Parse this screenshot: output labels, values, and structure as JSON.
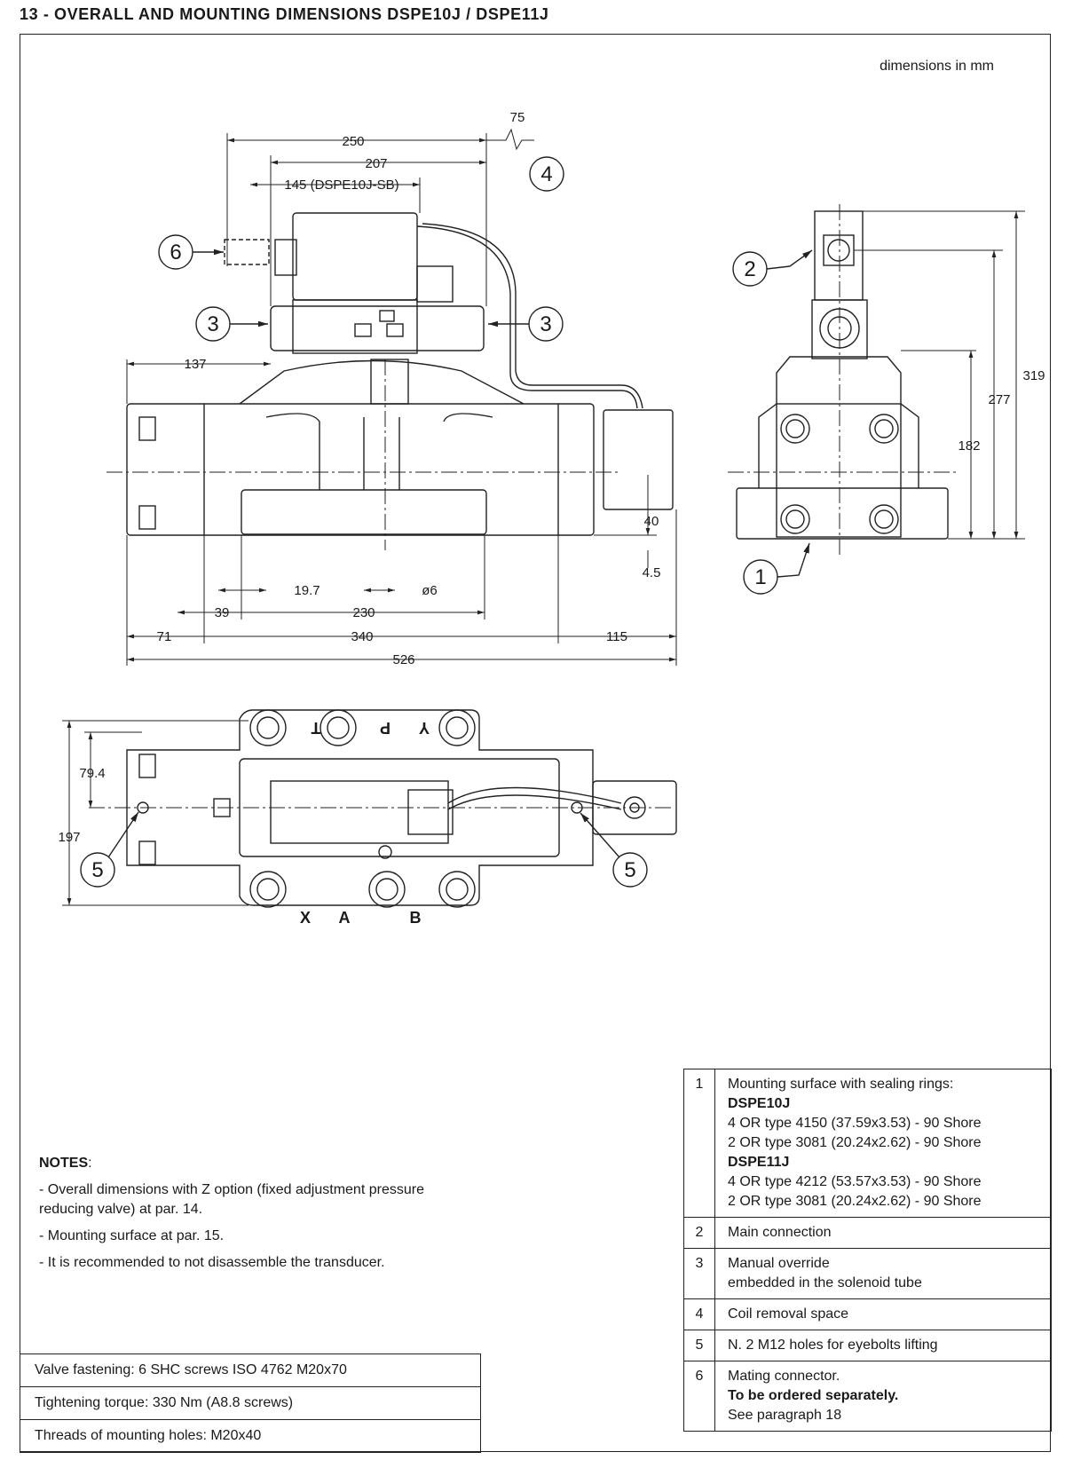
{
  "page_title": "13 - OVERALL AND MOUNTING DIMENSIONS  DSPE10J /  DSPE11J",
  "units_note": "dimensions in mm",
  "front_dims": {
    "d250": "250",
    "d207": "207",
    "d145": "145 (DSPE10J-SB)",
    "d75": "75",
    "d137": "137",
    "d40": "40",
    "d4_5": "4.5",
    "d19_7": "19.7",
    "d6": "ø6",
    "d39": "39",
    "d230": "230",
    "d71": "71",
    "d340": "340",
    "d115": "115",
    "d526": "526"
  },
  "side_dims": {
    "d319": "319",
    "d277": "277",
    "d182": "182"
  },
  "top_dims": {
    "d79_4": "79.4",
    "d197": "197"
  },
  "port_letters": {
    "T": "T",
    "P": "P",
    "Y": "Y",
    "X": "X",
    "A": "A",
    "B": "B"
  },
  "balloons": {
    "b1": "1",
    "b2": "2",
    "b3": "3",
    "b4": "4",
    "b5": "5",
    "b6": "6"
  },
  "notes": {
    "heading": "NOTES",
    "colon": ":",
    "n1": "- Overall dimensions with Z option (fixed adjustment pressure reducing valve) at par. 14.",
    "n2": "- Mounting surface at par. 15.",
    "n3": "- It is recommended to not disassemble the transducer."
  },
  "fastening": [
    "Valve fastening: 6 SHC screws ISO 4762 M20x70",
    "Tightening torque: 330 Nm (A8.8 screws)",
    "Threads of mounting holes: M20x40"
  ],
  "legend": {
    "r1": {
      "num": "1",
      "l1": "Mounting surface with sealing rings:",
      "h1": "DSPE10J",
      "l2": "4 OR type 4150 (37.59x3.53) - 90 Shore",
      "l3": "2 OR type 3081 (20.24x2.62) - 90 Shore",
      "h2": "DSPE11J",
      "l4": "4 OR type 4212 (53.57x3.53) - 90 Shore",
      "l5": "2 OR type 3081 (20.24x2.62) - 90 Shore"
    },
    "r2": {
      "num": "2",
      "l1": "Main connection"
    },
    "r3": {
      "num": "3",
      "l1": "Manual override",
      "l2": "embedded in the solenoid tube"
    },
    "r4": {
      "num": "4",
      "l1": "Coil removal space"
    },
    "r5": {
      "num": "5",
      "l1": "N. 2 M12 holes for eyebolts lifting"
    },
    "r6": {
      "num": "6",
      "l1": "Mating connector.",
      "l2": "To be ordered separately.",
      "l3": "See paragraph 18"
    }
  }
}
